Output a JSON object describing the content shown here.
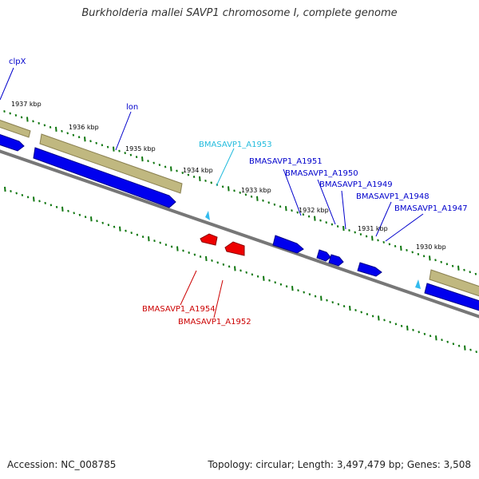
{
  "title": "Burkholderia mallei SAVP1 chromosome I, complete genome",
  "footer": {
    "accession": "Accession: NC_008785",
    "summary": "Topology: circular; Length: 3,497,479 bp; Genes: 3,508"
  },
  "ruler": {
    "ticks": [
      "1937 kbp",
      "1936 kbp",
      "1935 kbp",
      "1934 kbp",
      "1933 kbp",
      "1932 kbp",
      "1931 kbp",
      "1930 kbp"
    ]
  },
  "genes": {
    "clpX": "clpX",
    "lon": "lon",
    "a1953": "BMASAVP1_A1953",
    "a1951": "BMASAVP1_A1951",
    "a1950": "BMASAVP1_A1950",
    "a1949": "BMASAVP1_A1949",
    "a1948": "BMASAVP1_A1948",
    "a1947": "BMASAVP1_A1947",
    "a1954": "BMASAVP1_A1954",
    "a1952": "BMASAVP1_A1952"
  },
  "colors": {
    "forward_gene": "#0000ee",
    "reverse_gene": "#ee0000",
    "rna_gene": "#33bbee",
    "cds_band": "#c0b880",
    "backbone": "#777777",
    "tick": "#117711",
    "label_blue": "#0000cc",
    "label_red": "#cc0000",
    "label_cyan": "#22bbdd"
  }
}
